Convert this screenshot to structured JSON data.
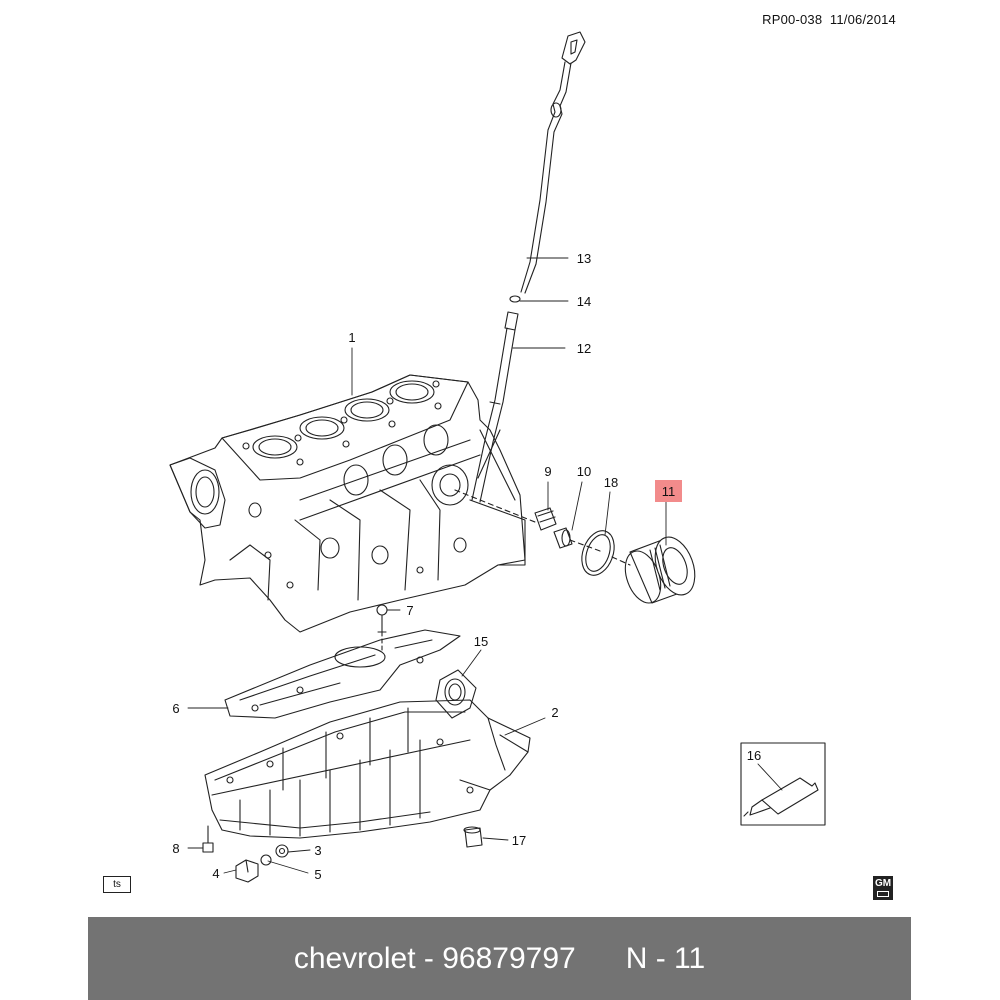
{
  "header": {
    "ref": "RP00-038",
    "date": "11/06/2014"
  },
  "callouts": [
    {
      "num": "1"
    },
    {
      "num": "2"
    },
    {
      "num": "3"
    },
    {
      "num": "4"
    },
    {
      "num": "5"
    },
    {
      "num": "6"
    },
    {
      "num": "7"
    },
    {
      "num": "8"
    },
    {
      "num": "9"
    },
    {
      "num": "10"
    },
    {
      "num": "11",
      "highlighted": true
    },
    {
      "num": "12"
    },
    {
      "num": "13"
    },
    {
      "num": "14"
    },
    {
      "num": "15"
    },
    {
      "num": "16"
    },
    {
      "num": "17"
    },
    {
      "num": "18"
    }
  ],
  "highlight_color": "#f28b8b",
  "badges": {
    "ts": "ts",
    "logo": "GM"
  },
  "footer": {
    "brand": "chevrolet",
    "part_number": "96879797",
    "position": "N - 11"
  }
}
